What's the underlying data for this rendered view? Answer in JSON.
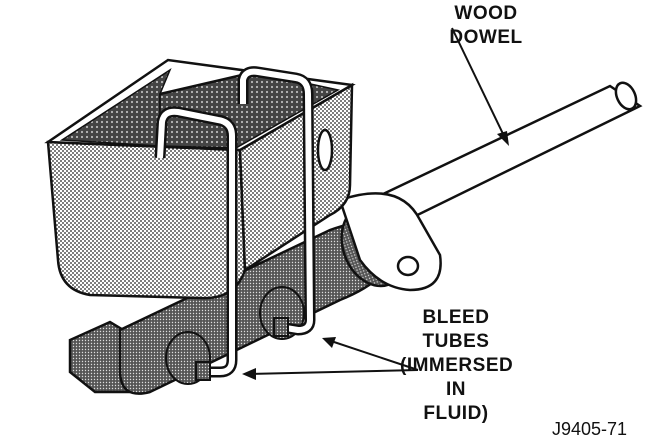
{
  "labels": {
    "wood_dowel": [
      "WOOD",
      "DOWEL"
    ],
    "bleed_tubes": [
      "BLEED",
      "TUBES",
      "(IMMERSED",
      "IN",
      "FLUID)"
    ],
    "figure_id": "J9405-71"
  }
}
